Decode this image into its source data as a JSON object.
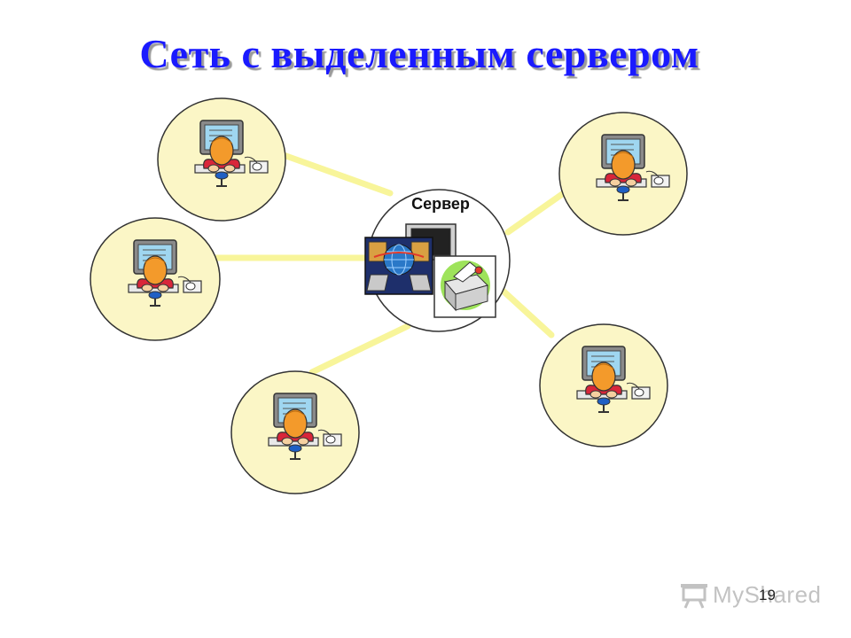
{
  "title": "Сеть с выделенным сервером",
  "server": {
    "label": "Сервер"
  },
  "workstations": [
    {
      "id": "top-left"
    },
    {
      "id": "middle-left"
    },
    {
      "id": "bottom-left"
    },
    {
      "id": "top-right"
    },
    {
      "id": "bottom-right"
    }
  ],
  "colors": {
    "title": "#1a1aff",
    "node_fill": "#fbf6c6",
    "link": "#f8f59a",
    "person_hair": "#f39a2b",
    "person_shirt": "#d9263a",
    "screen": "#9fd6f0",
    "printer_bg": "#9ee35b"
  },
  "page_number": "19",
  "watermark": {
    "text": "MyShared"
  }
}
